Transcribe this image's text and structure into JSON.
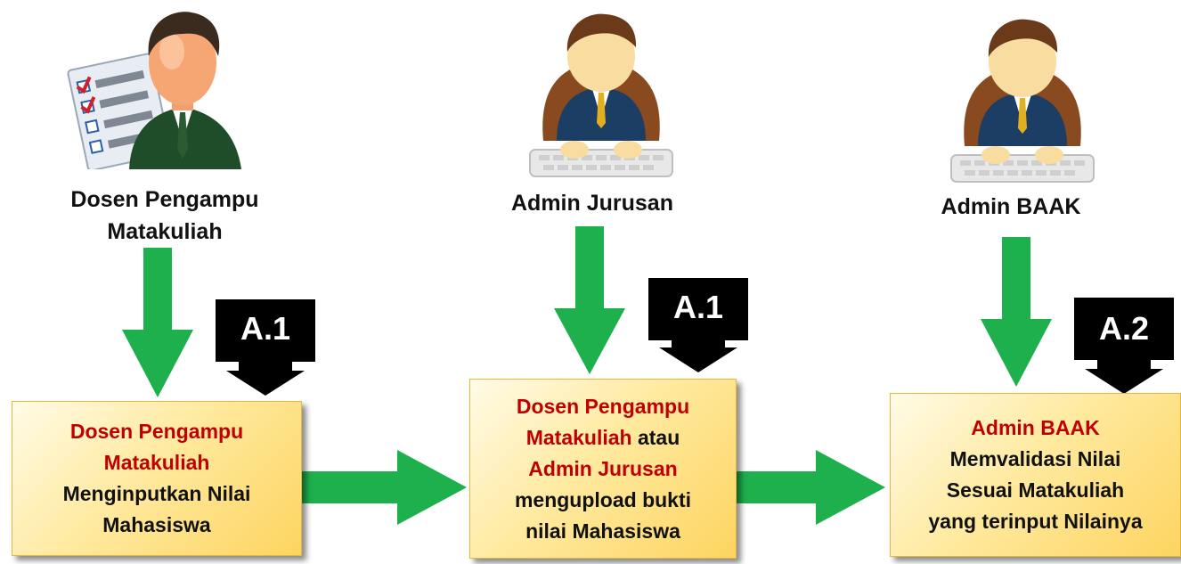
{
  "actors": [
    {
      "name_lines": [
        "Dosen Pengampu",
        "Matakuliah"
      ],
      "icon": "teacher-icon"
    },
    {
      "name_lines": [
        "Admin Jurusan"
      ],
      "icon": "admin-computer-icon"
    },
    {
      "name_lines": [
        "Admin BAAK"
      ],
      "icon": "admin-computer-icon"
    }
  ],
  "badges": [
    "A.1",
    "A.1",
    "A.2"
  ],
  "boxes": [
    {
      "role_lines": [
        "Dosen Pengampu",
        "Matakuliah"
      ],
      "text_lines": [
        "Menginputkan Nilai",
        "Mahasiswa"
      ]
    },
    {
      "line1": "Dosen Pengampu",
      "line2_red": "Matakuliah",
      "line2_black": " atau",
      "line3": "Admin Jurusan",
      "text_lines": [
        "mengupload bukti",
        "nilai Mahasiswa"
      ]
    },
    {
      "role_lines": [
        "Admin BAAK"
      ],
      "text_lines": [
        "Memvalidasi Nilai",
        "Sesuai Matakuliah",
        "yang terinput Nilainya"
      ]
    }
  ],
  "colors": {
    "arrow": "#1db04c",
    "badge": "#000000",
    "role_text": "#c00000"
  }
}
